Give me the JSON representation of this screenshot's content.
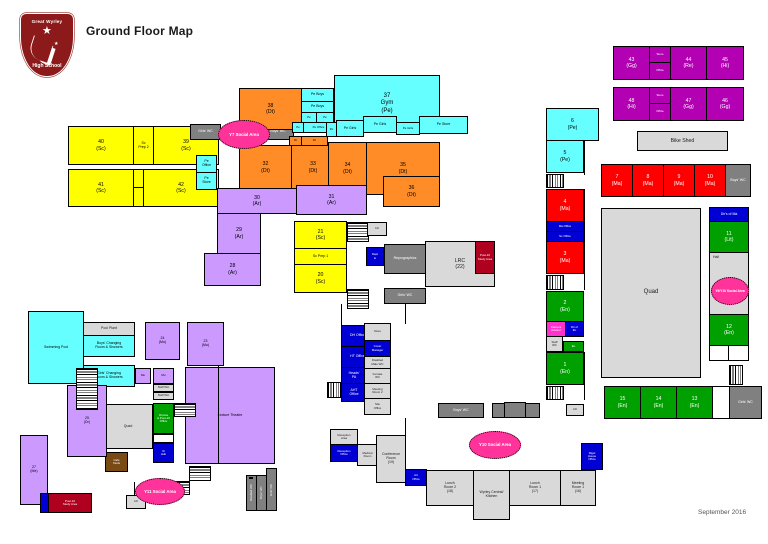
{
  "header": {
    "title": "Ground Floor Map",
    "logo_top_text": "Great Wyrley",
    "logo_bottom_text": "High School",
    "logo_icon": "school-shield-logo"
  },
  "footer": {
    "date": "September 2016"
  },
  "colors": {
    "science": "#ffff00",
    "art": "#cc99ff",
    "design_technology": "#ff8c26",
    "pe": "#66ffff",
    "maths": "#ff0000",
    "english": "#00a000",
    "humanities": "#b300b3",
    "offices": "#0000d4",
    "wc": "#808080",
    "neutral": "#d9d9d9",
    "post16": "#b00020",
    "cafe": "#7a4a15",
    "social_area": "#ff3399",
    "careers": "#ff33cc"
  },
  "rooms": {
    "sc40": {
      "name": "40",
      "sub": "(Sc)"
    },
    "scprep2": {
      "name": "Sc",
      "sub": "Prep 2"
    },
    "sc39": {
      "name": "39",
      "sub": "(Sc)"
    },
    "sc41": {
      "name": "41",
      "sub": "(Sc)"
    },
    "sc42": {
      "name": "42",
      "sub": "(Sc)"
    },
    "sc21": {
      "name": "21",
      "sub": "(Sc)"
    },
    "scprep1": {
      "name": "Sc Prep 1",
      "sub": ""
    },
    "sc20": {
      "name": "20",
      "sub": "(Sc)"
    },
    "girls_wc_1": {
      "name": "Girls' WC",
      "sub": ""
    },
    "boys_wc_1": {
      "name": "Boys' WC",
      "sub": ""
    },
    "boys_wc_2": {
      "name": "Boys' WC",
      "sub": ""
    },
    "girls_wc_2": {
      "name": "Girls' WC",
      "sub": ""
    },
    "boys_wc_3": {
      "name": "Boys' WC",
      "sub": ""
    },
    "girls_wc_3": {
      "name": "Girls' WC",
      "sub": ""
    },
    "girls_wc_4": {
      "name": "Girls' WC",
      "sub": ""
    },
    "girls_wc_5": {
      "name": "Girls' WC",
      "sub": ""
    },
    "pe_office_l": {
      "name": "Pe",
      "sub": "Office"
    },
    "pe_store_l": {
      "name": "Pe",
      "sub": "Store"
    },
    "y7_social": {
      "name": "Y7 Social Area"
    },
    "y11_social": {
      "name": "Y11 Social Area"
    },
    "y10_social": {
      "name": "Y10 Social Area"
    },
    "y9y10_social": {
      "name": "Y9/Y10 Social Area"
    },
    "dt38": {
      "name": "38",
      "sub": "(Dt)"
    },
    "dt32": {
      "name": "32",
      "sub": "(Dt)"
    },
    "dt33": {
      "name": "33",
      "sub": "(Dt)"
    },
    "dt34": {
      "name": "34",
      "sub": "(Dt)"
    },
    "dt35": {
      "name": "35",
      "sub": "(Dt)"
    },
    "dt36": {
      "name": "36",
      "sub": "(Dt)"
    },
    "dt_a": {
      "name": "Dt",
      "sub": ""
    },
    "dt_b": {
      "name": "Dt",
      "sub": ""
    },
    "pe_boys_1": {
      "name": "Pe Boys",
      "sub": ""
    },
    "pe_boys_2": {
      "name": "Pe Boys",
      "sub": ""
    },
    "pe_c1": {
      "name": "Pe",
      "sub": ""
    },
    "pe_c2": {
      "name": "Pe",
      "sub": ""
    },
    "pe_c3": {
      "name": "Pe",
      "sub": ""
    },
    "pe_office_2": {
      "name": "Pe Office",
      "sub": ""
    },
    "gym37": {
      "name": "37",
      "sub": "Gym",
      "sub2": "(Pe)"
    },
    "pe_girls_1": {
      "name": "Pe Girls",
      "sub": ""
    },
    "pe_girls_2": {
      "name": "Pe Girls",
      "sub": ""
    },
    "pe_girls_3": {
      "name": "Pe Girls",
      "sub": ""
    },
    "pe_c4": {
      "name": "Pe",
      "sub": ""
    },
    "pe_store_2": {
      "name": "Pe Store",
      "sub": ""
    },
    "ar30": {
      "name": "30",
      "sub": "(Ar)"
    },
    "ar31": {
      "name": "31",
      "sub": "(Ar)"
    },
    "ar29": {
      "name": "29",
      "sub": "(Ar)"
    },
    "ar28": {
      "name": "28",
      "sub": "(Ar)"
    },
    "mu24": {
      "name": "24",
      "sub": "(Mu)"
    },
    "mu23": {
      "name": "23",
      "sub": "(Mu)"
    },
    "mu_a": {
      "name": "Mu",
      "sub": ""
    },
    "mu_b": {
      "name": "Mu",
      "sub": ""
    },
    "mu_c": {
      "name": "Mu",
      "sub": ""
    },
    "mu_d": {
      "name": "Mu",
      "sub": ""
    },
    "dr25": {
      "name": "25",
      "sub": "(Dr)"
    },
    "me27": {
      "name": "27",
      "sub": "(Me)"
    },
    "swimming_pool": {
      "name": "Swimming Pool",
      "sub": ""
    },
    "pool_plant": {
      "name": "Pool Plant",
      "sub": ""
    },
    "boys_changing": {
      "name": "Boys' Changing",
      "sub": "Room & Showers"
    },
    "girls_changing": {
      "name": "Girls' Changing",
      "sub": "Room & Showers"
    },
    "disabled_wc": {
      "name": "Disabled",
      "sub": "WC"
    },
    "lecture_theatre": {
      "name": "Lecture Theatre",
      "sub": ""
    },
    "quad_small": {
      "name": "Quad",
      "sub": ""
    },
    "quad_main": {
      "name": "Quad",
      "sub": ""
    },
    "drama_p16": {
      "name": "Drama",
      "sub": "& Post-16",
      "sub2": "Office"
    },
    "sixth_hub": {
      "name": "6t",
      "sub": "Hub"
    },
    "cafe_kiosk": {
      "name": "Cafe",
      "sub": "Kiosk"
    },
    "post16_study": {
      "name": "Post-16",
      "sub": "Study Area"
    },
    "staff_wc_a": {
      "name": "Staff WC",
      "sub": ""
    },
    "staff_wc_b": {
      "name": "Staff WC",
      "sub": ""
    },
    "staff_wc_c": {
      "name": "Staff",
      "sub": "WC"
    },
    "lift_1": {
      "name": "Lift",
      "sub": ""
    },
    "lift_2": {
      "name": "Lift",
      "sub": ""
    },
    "lift_3": {
      "name": "Lift",
      "sub": ""
    },
    "lift_4": {
      "name": "Lift",
      "sub": ""
    },
    "dept_lead": {
      "name": "Dept",
      "sub": "le"
    },
    "reprographics": {
      "name": "Reprographics",
      "sub": ""
    },
    "lrc": {
      "name": "LRC",
      "sub": "(22)"
    },
    "dh_office": {
      "name": "DH Office",
      "sub": ""
    },
    "ht_office": {
      "name": "HT Office",
      "sub": ""
    },
    "heads_pa": {
      "name": "Heads'",
      "sub": "PA"
    },
    "aht_office": {
      "name": "AHT",
      "sub": "Office"
    },
    "store_admin": {
      "name": "Store",
      "sub": ""
    },
    "cover_manager": {
      "name": "Cover",
      "sub": "Manager"
    },
    "disabled_male_wc": {
      "name": "Disabled",
      "sub": "Male WC"
    },
    "female_wc": {
      "name": "Female",
      "sub": "WC"
    },
    "meeting_room_2": {
      "name": "Meeting",
      "sub": "Room 2"
    },
    "site_office": {
      "name": "Site",
      "sub": "Office"
    },
    "reception_area": {
      "name": "Reception",
      "sub": "Area"
    },
    "reception_office": {
      "name": "Reception",
      "sub": "Office"
    },
    "medical_room": {
      "name": "Medical",
      "sub": "Room"
    },
    "conference_room": {
      "name": "Conference",
      "sub": "Room",
      "sub2": "(19)"
    },
    "art_office": {
      "name": "Art",
      "sub": "Office"
    },
    "lunch_room_2": {
      "name": "Lunch",
      "sub": "Room 2",
      "sub2": "(18)"
    },
    "kitchen": {
      "name": "Wyrley Central/",
      "sub": "Kitchen"
    },
    "lunch_room_1": {
      "name": "Lunch",
      "sub": "Room 1",
      "sub2": "(17)"
    },
    "meeting_room_1": {
      "name": "Meeting",
      "sub": "Room 1",
      "sub2": "(16)"
    },
    "rigel_house": {
      "name": "Rigel",
      "sub": "House",
      "sub2": "Office"
    },
    "hum43": {
      "name": "43",
      "sub": "(Gg)"
    },
    "hum44": {
      "name": "44",
      "sub": "(Re)"
    },
    "hum45": {
      "name": "45",
      "sub": "(Hi)"
    },
    "hum46": {
      "name": "46",
      "sub": "(Gg)"
    },
    "hum47": {
      "name": "47",
      "sub": "(Gg)"
    },
    "hum48": {
      "name": "48",
      "sub": "(Hi)"
    },
    "hum_store_1": {
      "name": "Store",
      "sub": ""
    },
    "hum_office_1": {
      "name": "Office",
      "sub": ""
    },
    "hum_store_2": {
      "name": "Store",
      "sub": ""
    },
    "hum_office_2": {
      "name": "Office",
      "sub": ""
    },
    "bike_shed": {
      "name": "Bike Shed",
      "sub": ""
    },
    "pe6": {
      "name": "6",
      "sub": "(Pe)"
    },
    "pe5": {
      "name": "5",
      "sub": "(Pe)"
    },
    "ma4": {
      "name": "4",
      "sub": "(Ma)"
    },
    "ma_office": {
      "name": "Ma Office",
      "sub": ""
    },
    "sc_office": {
      "name": "Sc Office",
      "sub": ""
    },
    "ma3": {
      "name": "3",
      "sub": "(Ma)"
    },
    "ma7": {
      "name": "7",
      "sub": "(Ma)"
    },
    "ma8": {
      "name": "8",
      "sub": "(Ma)"
    },
    "ma9": {
      "name": "9",
      "sub": "(Ma)"
    },
    "ma10": {
      "name": "10",
      "sub": "(Ma)"
    },
    "dir_of_ma": {
      "name": "Dir's of Ma",
      "sub": ""
    },
    "lit11": {
      "name": "11",
      "sub": "(Lit)"
    },
    "hall": {
      "name": "Hall",
      "sub": ""
    },
    "en12": {
      "name": "12",
      "sub": "(En)"
    },
    "en13": {
      "name": "13",
      "sub": "(En)"
    },
    "en14": {
      "name": "14",
      "sub": "(En)"
    },
    "en15": {
      "name": "15",
      "sub": "(En)"
    },
    "en2": {
      "name": "2",
      "sub": "(En)"
    },
    "en1": {
      "name": "1",
      "sub": "(En)"
    },
    "en_small": {
      "name": "En",
      "sub": ""
    },
    "careers_advisor": {
      "name": "Careers",
      "sub": "Advisor"
    },
    "dir_of_en": {
      "name": "Dir of",
      "sub": "En"
    },
    "wc_vert_a": {
      "name": "Disabled WC"
    },
    "wc_vert_b": {
      "name": "Boys' WC"
    },
    "wc_vert_c": {
      "name": "Girls' WC"
    },
    "wc_vert_d": {
      "name": "Staff WC"
    }
  }
}
